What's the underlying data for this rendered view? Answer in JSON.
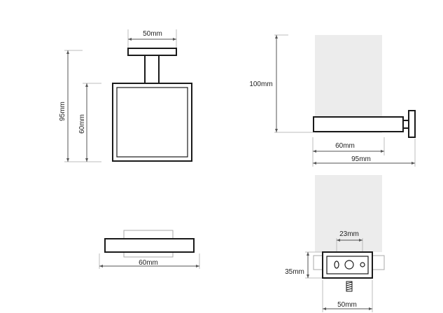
{
  "front_view": {
    "width_label": "50mm",
    "total_height_label": "95mm",
    "frame_height_label": "60mm"
  },
  "side_view": {
    "glass_height_label": "100mm",
    "arm_length_label": "60mm",
    "total_depth_label": "95mm"
  },
  "bottom_view": {
    "frame_width_label": "60mm"
  },
  "mount_view": {
    "hole_spacing_label": "23mm",
    "plate_height_label": "35mm",
    "plate_width_label": "50mm"
  },
  "colors": {
    "line": "#1a1a1a",
    "glass": "#ececec",
    "dimension": "#555555"
  }
}
